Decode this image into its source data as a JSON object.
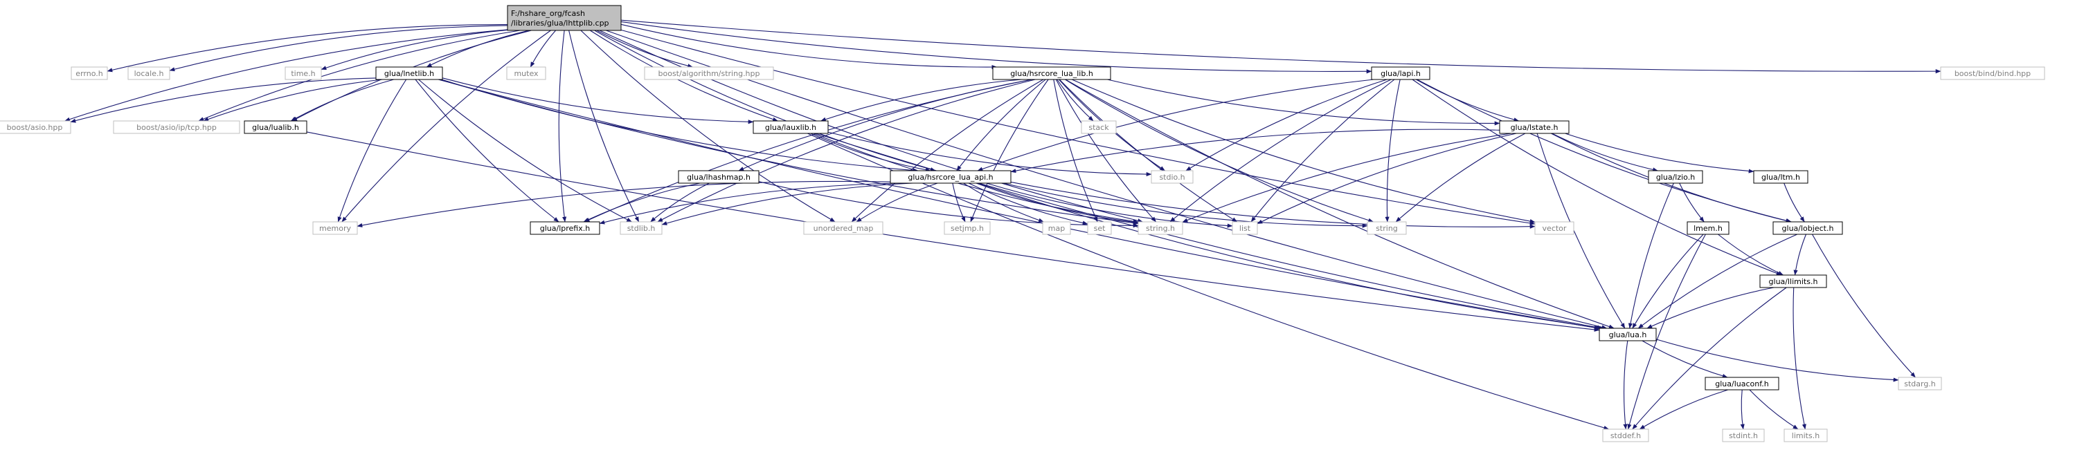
{
  "title": "F:/hshare_org/fcash/libraries/glua/lhttplib.cpp include dependency graph",
  "colors": {
    "edge": "#191970",
    "node_border_dark": "#000000",
    "node_border_light": "#bfbfbf",
    "root_fill": "#bfbfbf",
    "node_fill": "#ffffff",
    "text_dark": "#000000",
    "text_light": "#808080"
  },
  "nodes": [
    {
      "id": "root",
      "lines": [
        "F:/hshare_org/fcash",
        "/libraries/glua/lhttplib.cpp"
      ],
      "style": "root"
    },
    {
      "id": "errno",
      "lines": [
        "errno.h"
      ],
      "style": "light"
    },
    {
      "id": "locale",
      "lines": [
        "locale.h"
      ],
      "style": "light"
    },
    {
      "id": "time",
      "lines": [
        "time.h"
      ],
      "style": "light"
    },
    {
      "id": "mutex",
      "lines": [
        "mutex"
      ],
      "style": "light"
    },
    {
      "id": "boost_alg",
      "lines": [
        "boost/algorithm/string.hpp"
      ],
      "style": "light"
    },
    {
      "id": "boost_bind",
      "lines": [
        "boost/bind/bind.hpp"
      ],
      "style": "light"
    },
    {
      "id": "boost_asio",
      "lines": [
        "boost/asio.hpp"
      ],
      "style": "light"
    },
    {
      "id": "lnetlib",
      "lines": [
        "glua/lnetlib.h"
      ],
      "style": "dark"
    },
    {
      "id": "hsr_lib",
      "lines": [
        "glua/hsrcore_lua_lib.h"
      ],
      "style": "dark"
    },
    {
      "id": "lapi",
      "lines": [
        "glua/lapi.h"
      ],
      "style": "dark"
    },
    {
      "id": "tcp",
      "lines": [
        "boost/asio/ip/tcp.hpp"
      ],
      "style": "light"
    },
    {
      "id": "lualib",
      "lines": [
        "glua/lualib.h"
      ],
      "style": "dark"
    },
    {
      "id": "lauxlib",
      "lines": [
        "glua/lauxlib.h"
      ],
      "style": "dark"
    },
    {
      "id": "stack",
      "lines": [
        "stack"
      ],
      "style": "light"
    },
    {
      "id": "lstate",
      "lines": [
        "glua/lstate.h"
      ],
      "style": "dark"
    },
    {
      "id": "stdio",
      "lines": [
        "stdio.h"
      ],
      "style": "light"
    },
    {
      "id": "lhashmap",
      "lines": [
        "glua/lhashmap.h"
      ],
      "style": "dark"
    },
    {
      "id": "hsr_api",
      "lines": [
        "glua/hsrcore_lua_api.h"
      ],
      "style": "dark"
    },
    {
      "id": "lzio",
      "lines": [
        "glua/lzio.h"
      ],
      "style": "dark"
    },
    {
      "id": "ltm",
      "lines": [
        "glua/ltm.h"
      ],
      "style": "dark"
    },
    {
      "id": "memory",
      "lines": [
        "memory"
      ],
      "style": "light"
    },
    {
      "id": "lprefix",
      "lines": [
        "glua/lprefix.h"
      ],
      "style": "dark"
    },
    {
      "id": "stdlib",
      "lines": [
        "stdlib.h"
      ],
      "style": "light"
    },
    {
      "id": "unordered_map",
      "lines": [
        "unordered_map"
      ],
      "style": "light"
    },
    {
      "id": "setjmp",
      "lines": [
        "setjmp.h"
      ],
      "style": "light"
    },
    {
      "id": "map",
      "lines": [
        "map"
      ],
      "style": "light"
    },
    {
      "id": "set",
      "lines": [
        "set"
      ],
      "style": "light"
    },
    {
      "id": "string_h",
      "lines": [
        "string.h"
      ],
      "style": "light"
    },
    {
      "id": "list",
      "lines": [
        "list"
      ],
      "style": "light"
    },
    {
      "id": "string",
      "lines": [
        "string"
      ],
      "style": "light"
    },
    {
      "id": "vector",
      "lines": [
        "vector"
      ],
      "style": "light"
    },
    {
      "id": "lmem",
      "lines": [
        "lmem.h"
      ],
      "style": "dark"
    },
    {
      "id": "lobject",
      "lines": [
        "glua/lobject.h"
      ],
      "style": "dark"
    },
    {
      "id": "llimits",
      "lines": [
        "glua/llimits.h"
      ],
      "style": "dark"
    },
    {
      "id": "lua",
      "lines": [
        "glua/lua.h"
      ],
      "style": "dark"
    },
    {
      "id": "stdarg",
      "lines": [
        "stdarg.h"
      ],
      "style": "light"
    },
    {
      "id": "luaconf",
      "lines": [
        "glua/luaconf.h"
      ],
      "style": "dark"
    },
    {
      "id": "stddef",
      "lines": [
        "stddef.h"
      ],
      "style": "light"
    },
    {
      "id": "stdint",
      "lines": [
        "stdint.h"
      ],
      "style": "light"
    },
    {
      "id": "limits",
      "lines": [
        "limits.h"
      ],
      "style": "light"
    }
  ],
  "edges": [
    [
      "root",
      "errno"
    ],
    [
      "root",
      "locale"
    ],
    [
      "root",
      "time"
    ],
    [
      "root",
      "mutex"
    ],
    [
      "root",
      "boost_alg"
    ],
    [
      "root",
      "boost_bind"
    ],
    [
      "root",
      "boost_asio"
    ],
    [
      "root",
      "lnetlib"
    ],
    [
      "root",
      "hsr_lib"
    ],
    [
      "root",
      "lapi"
    ],
    [
      "root",
      "tcp"
    ],
    [
      "root",
      "lualib"
    ],
    [
      "root",
      "lauxlib"
    ],
    [
      "root",
      "hsr_api"
    ],
    [
      "root",
      "memory"
    ],
    [
      "root",
      "lprefix"
    ],
    [
      "root",
      "stdlib"
    ],
    [
      "root",
      "unordered_map"
    ],
    [
      "root",
      "string_h"
    ],
    [
      "root",
      "vector"
    ],
    [
      "root",
      "lua"
    ],
    [
      "lnetlib",
      "boost_asio"
    ],
    [
      "lnetlib",
      "tcp"
    ],
    [
      "lnetlib",
      "lualib"
    ],
    [
      "lnetlib",
      "lauxlib"
    ],
    [
      "lnetlib",
      "hsr_api"
    ],
    [
      "lnetlib",
      "memory"
    ],
    [
      "lnetlib",
      "lprefix"
    ],
    [
      "lnetlib",
      "stdlib"
    ],
    [
      "lnetlib",
      "string_h"
    ],
    [
      "lnetlib",
      "lua"
    ],
    [
      "hsr_lib",
      "lauxlib"
    ],
    [
      "hsr_lib",
      "stack"
    ],
    [
      "hsr_lib",
      "lstate"
    ],
    [
      "hsr_lib",
      "lhashmap"
    ],
    [
      "hsr_lib",
      "hsr_api"
    ],
    [
      "hsr_lib",
      "lprefix"
    ],
    [
      "hsr_lib",
      "stdlib"
    ],
    [
      "hsr_lib",
      "unordered_map"
    ],
    [
      "hsr_lib",
      "setjmp"
    ],
    [
      "hsr_lib",
      "set"
    ],
    [
      "hsr_lib",
      "string_h"
    ],
    [
      "hsr_lib",
      "list"
    ],
    [
      "hsr_lib",
      "string"
    ],
    [
      "hsr_lib",
      "vector"
    ],
    [
      "hsr_lib",
      "lua"
    ],
    [
      "hsr_lib",
      "stdio"
    ],
    [
      "lapi",
      "lstate"
    ],
    [
      "lapi",
      "stdio"
    ],
    [
      "lapi",
      "hsr_api"
    ],
    [
      "lapi",
      "string_h"
    ],
    [
      "lapi",
      "list"
    ],
    [
      "lapi",
      "string"
    ],
    [
      "lapi",
      "llimits"
    ],
    [
      "lapi",
      "lobject"
    ],
    [
      "lualib",
      "lua"
    ],
    [
      "lauxlib",
      "stdio"
    ],
    [
      "lauxlib",
      "hsr_api"
    ],
    [
      "lauxlib",
      "string_h"
    ],
    [
      "lauxlib",
      "lua"
    ],
    [
      "lauxlib",
      "stddef"
    ],
    [
      "lstate",
      "hsr_api"
    ],
    [
      "lstate",
      "lzio"
    ],
    [
      "lstate",
      "ltm"
    ],
    [
      "lstate",
      "lobject"
    ],
    [
      "lstate",
      "string_h"
    ],
    [
      "lstate",
      "list"
    ],
    [
      "lstate",
      "string"
    ],
    [
      "lstate",
      "lua"
    ],
    [
      "lhashmap",
      "lprefix"
    ],
    [
      "lhashmap",
      "stdlib"
    ],
    [
      "lhashmap",
      "string_h"
    ],
    [
      "hsr_api",
      "memory"
    ],
    [
      "hsr_api",
      "lprefix"
    ],
    [
      "hsr_api",
      "stdlib"
    ],
    [
      "hsr_api",
      "unordered_map"
    ],
    [
      "hsr_api",
      "setjmp"
    ],
    [
      "hsr_api",
      "map"
    ],
    [
      "hsr_api",
      "set"
    ],
    [
      "hsr_api",
      "string_h"
    ],
    [
      "hsr_api",
      "list"
    ],
    [
      "hsr_api",
      "string"
    ],
    [
      "hsr_api",
      "vector"
    ],
    [
      "hsr_api",
      "lua"
    ],
    [
      "lzio",
      "lmem"
    ],
    [
      "lzio",
      "lua"
    ],
    [
      "ltm",
      "lobject"
    ],
    [
      "lmem",
      "llimits"
    ],
    [
      "lmem",
      "lua"
    ],
    [
      "lmem",
      "stddef"
    ],
    [
      "lobject",
      "llimits"
    ],
    [
      "lobject",
      "lua"
    ],
    [
      "lobject",
      "stdarg"
    ],
    [
      "llimits",
      "lua"
    ],
    [
      "llimits",
      "stddef"
    ],
    [
      "llimits",
      "limits"
    ],
    [
      "lua",
      "stdarg"
    ],
    [
      "lua",
      "luaconf"
    ],
    [
      "lua",
      "stddef"
    ],
    [
      "luaconf",
      "stddef"
    ],
    [
      "luaconf",
      "stdint"
    ],
    [
      "luaconf",
      "limits"
    ]
  ]
}
